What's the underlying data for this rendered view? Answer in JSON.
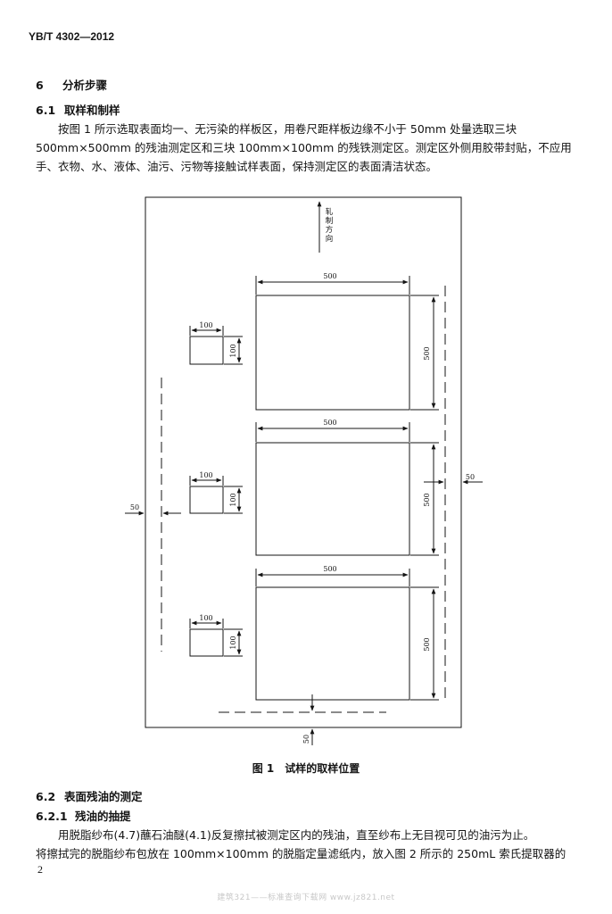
{
  "header": {
    "doc_code": "YB/T 4302—2012"
  },
  "section6": {
    "num": "6",
    "title": "分析步骤"
  },
  "section61": {
    "num": "6.1",
    "title": "取样和制样",
    "para_lines": [
      "按图 1 所示选取表面均一、无污染的样板区，用卷尺距样板边缘不小于 50mm 处量选取三块",
      "500mm×500mm 的残油测定区和三块 100mm×100mm 的残铁测定区。测定区外侧用胶带封贴，不应用",
      "手、衣物、水、液体、油污、污物等接触试样表面，保持测定区的表面清洁状态。"
    ]
  },
  "figure1": {
    "rolling_direction": [
      "轧",
      "制",
      "方",
      "向"
    ],
    "large_width_label": "500",
    "large_height_label": "500",
    "small_width_label": "100",
    "small_height_label": "100",
    "margin_label": "50",
    "caption_label": "图 1",
    "caption_title": "试样的取样位置"
  },
  "section62": {
    "num": "6.2",
    "title": "表面残油的测定"
  },
  "section621": {
    "num": "6.2.1",
    "title": "残油的抽提",
    "para_lines": [
      "用脱脂纱布(4.7)蘸石油醚(4.1)反复擦拭被测定区内的残油，直至纱布上无目视可见的油污为止。",
      "将擦拭完的脱脂纱布包放在 100mm×100mm 的脱脂定量滤纸内，放入图 2 所示的 250mL 索氏提取器的"
    ]
  },
  "page_number": "2",
  "footer_watermark": "建筑321——标准查询下载网    www.jz821.net"
}
